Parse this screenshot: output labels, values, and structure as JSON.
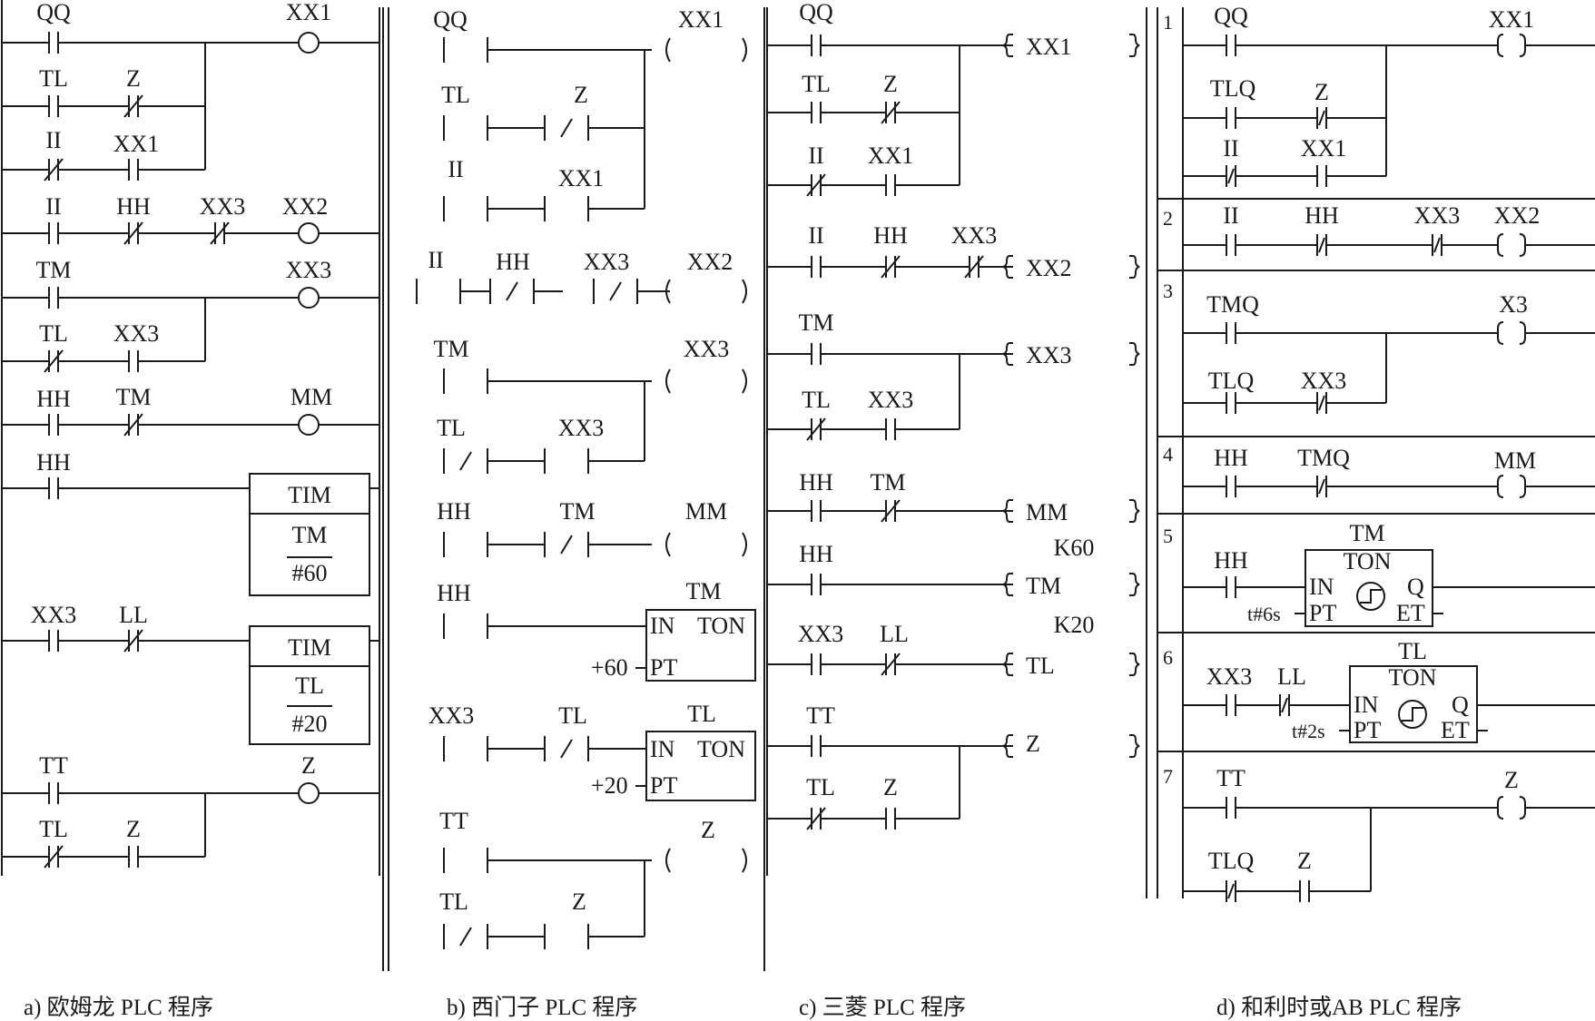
{
  "captions": {
    "a": "a) 欧姆龙 PLC 程序",
    "b": "b) 西门子 PLC 程序",
    "c": "c) 三菱 PLC 程序",
    "d": "d) 和利时或AB PLC 程序"
  },
  "labels": {
    "QQ": "QQ",
    "TL": "TL",
    "Z": "Z",
    "II": "II",
    "XX1": "XX1",
    "XX2": "XX2",
    "XX3": "XX3",
    "HH": "HH",
    "TM": "TM",
    "MM": "MM",
    "LL": "LL",
    "TT": "TT",
    "TLQ": "TLQ",
    "TMQ": "TMQ",
    "X3": "X3",
    "TIM": "TIM",
    "n60": "#60",
    "n20": "#20",
    "IN": "IN",
    "TON": "TON",
    "PT": "PT",
    "Q": "Q",
    "ET": "ET",
    "p60": "+60",
    "p20": "+20",
    "K60": "K60",
    "K20": "K20",
    "t6": "t#6s",
    "t2": "t#2s",
    "slash": "/",
    "r1": "1",
    "r2": "2",
    "r3": "3",
    "r4": "4",
    "r5": "5",
    "r6": "6",
    "r7": "7"
  }
}
